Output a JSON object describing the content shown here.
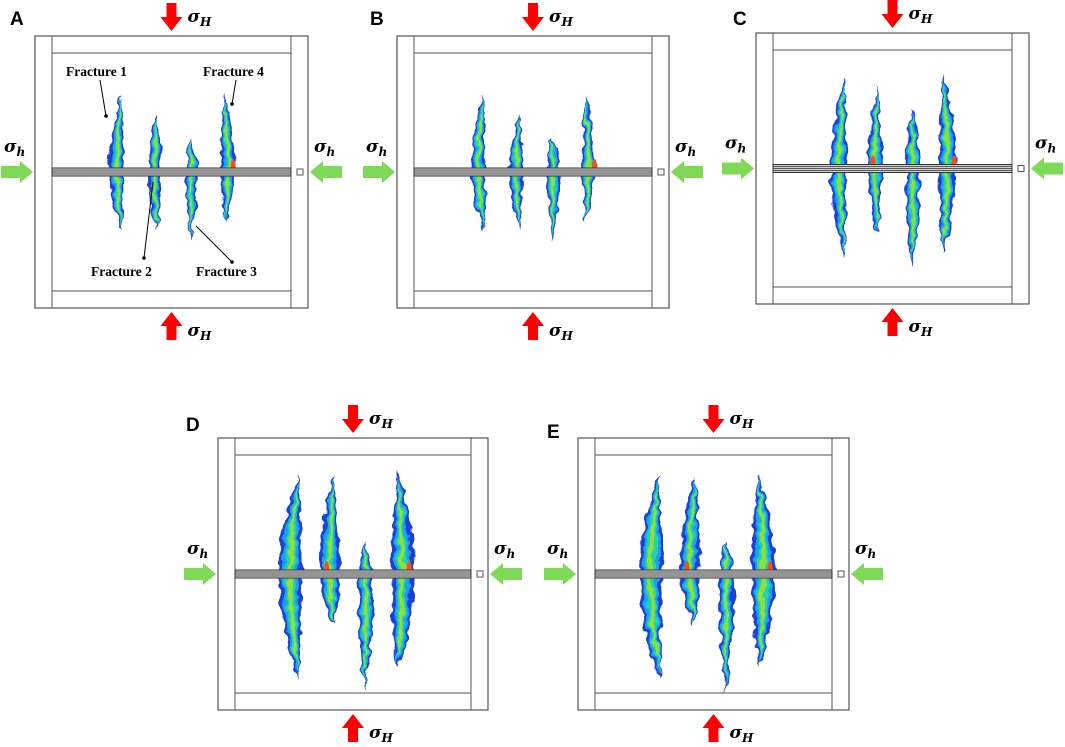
{
  "panels": [
    {
      "id": "A",
      "label": "A",
      "size": "small"
    },
    {
      "id": "B",
      "label": "B",
      "size": "small"
    },
    {
      "id": "C",
      "label": "C",
      "size": "medium"
    },
    {
      "id": "D",
      "label": "D",
      "size": "large"
    },
    {
      "id": "E",
      "label": "E",
      "size": "large"
    }
  ],
  "stress": {
    "max_symbol": "σ",
    "max_sub": "H",
    "min_symbol": "σ",
    "min_sub": "h"
  },
  "annotations": {
    "fracture1": "Fracture 1",
    "fracture2": "Fracture 2",
    "fracture3": "Fracture 3",
    "fracture4": "Fracture 4"
  },
  "colors": {
    "max_stress_arrow": "#ff0000",
    "min_stress_arrow": "#7ed957",
    "fracture_outer": "#1f3fd6",
    "fracture_mid": "#1ea0ea",
    "fracture_inner": "#22d3b0",
    "fracture_core": "#8fe03a",
    "fracture_hot": "#ff4a1a",
    "frame": "#555555",
    "wellbore": "#333333"
  }
}
